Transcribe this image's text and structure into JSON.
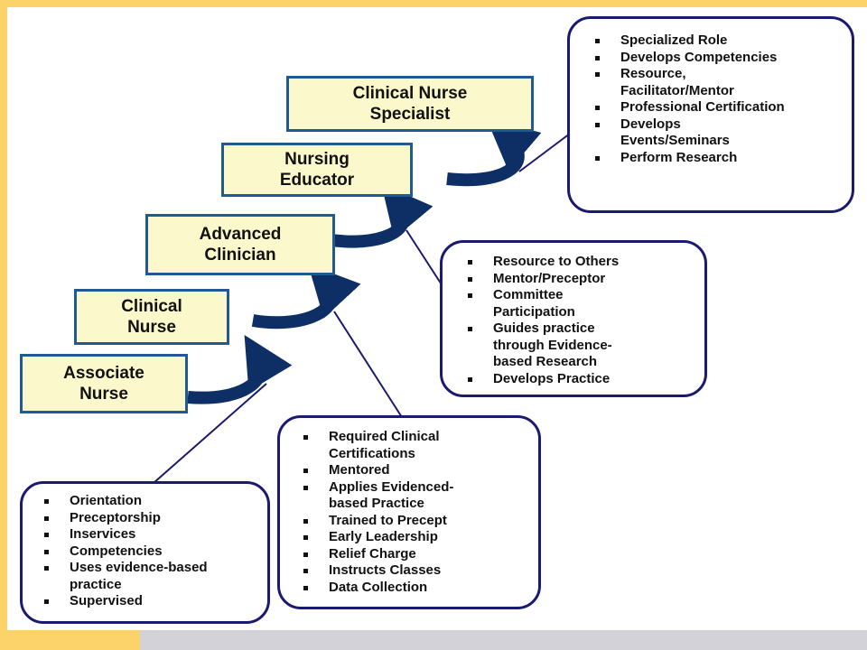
{
  "colors": {
    "page_background": "#fbd36a",
    "step_fill": "#fbf8cc",
    "step_border": "#1f5a90",
    "arrow": "#0e2f66",
    "callout_border": "#1a1a6e"
  },
  "steps": [
    {
      "id": "associate-nurse",
      "label": "Associate\nNurse"
    },
    {
      "id": "clinical-nurse",
      "label": "Clinical\nNurse"
    },
    {
      "id": "advanced-clinician",
      "label": "Advanced\nClinician"
    },
    {
      "id": "nursing-educator",
      "label": "Nursing\nEducator"
    },
    {
      "id": "clinical-nurse-specialist",
      "label": "Clinical Nurse\nSpecialist"
    }
  ],
  "callouts": {
    "associate_nurse": {
      "items": [
        "Orientation",
        "Preceptorship",
        "Inservices",
        "Competencies",
        "Uses evidence-based\n    practice",
        "Supervised"
      ]
    },
    "clinical_nurse": {
      "items": [
        "Required Clinical\n    Certifications",
        "Mentored",
        "Applies Evidenced-\n    based Practice",
        "Trained to Precept",
        "Early Leadership",
        "Relief Charge",
        "Instructs Classes",
        "Data Collection"
      ]
    },
    "advanced_clinician": {
      "items": [
        "Resource to Others",
        "Mentor/Preceptor",
        "Committee\n    Participation",
        "Guides practice\n    through Evidence-\n    based Research",
        "Develops Practice"
      ]
    },
    "clinical_nurse_specialist": {
      "items": [
        "Specialized Role",
        "Develops Competencies",
        "Resource,\n    Facilitator/Mentor",
        "Professional Certification",
        "Develops\n    Events/Seminars",
        "Perform Research"
      ]
    }
  }
}
